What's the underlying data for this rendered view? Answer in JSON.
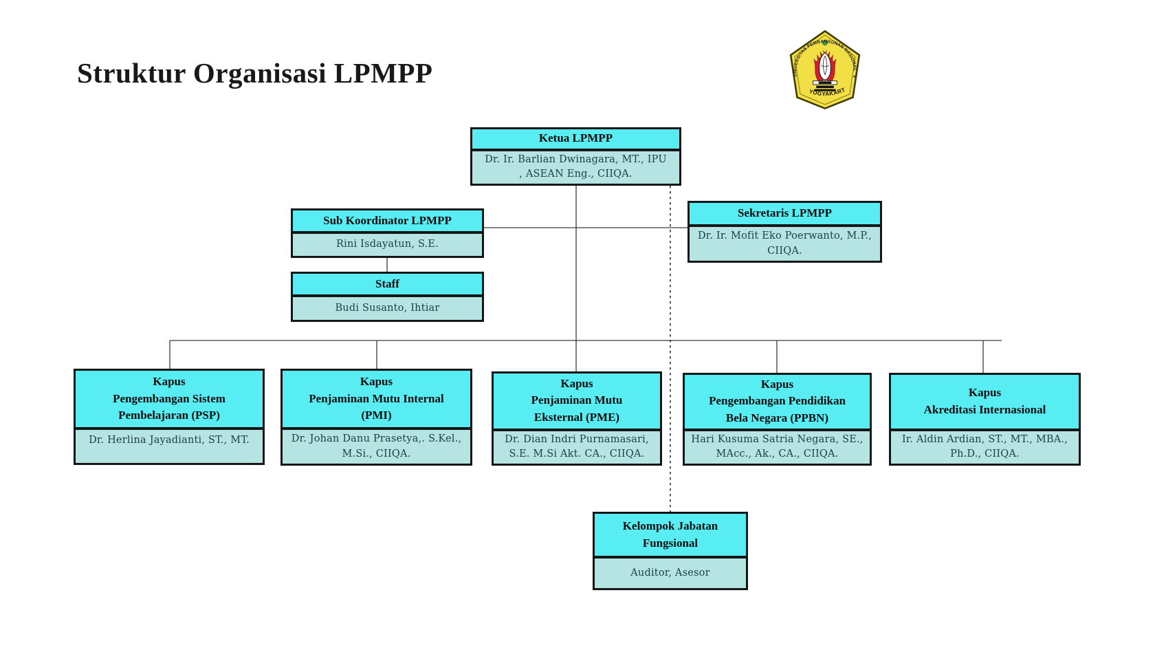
{
  "page": {
    "title": "Struktur Organisasi LPMPP"
  },
  "palette": {
    "header_bg": "#57EDF3",
    "body_bg": "#B5E4E3",
    "box_border": "#161616",
    "connector_line": "#3a3a3a",
    "badge_yellow": "#F2DE45",
    "flame_red": "#D1202A",
    "crest_green": "#3aa54a"
  },
  "logo": {
    "name": "UPN \"Veteran\" Yogyakarta emblem",
    "arc_text": "UNIVERSITAS PEMBANGUNAN NASIONAL \"VETERAN\"",
    "bottom_text": "YOGYAKARTA"
  },
  "nodes": {
    "ketua": {
      "title": "Ketua LPMPP",
      "person": "Dr. Ir. Barlian Dwinagara, MT., IPU\n, ASEAN Eng., CIIQA."
    },
    "sub_koordinator": {
      "title": "Sub Koordinator LPMPP",
      "person": "Rini Isdayatun, S.E."
    },
    "sekretaris": {
      "title": "Sekretaris LPMPP",
      "person": "Dr. Ir. Mofit Eko Poerwanto, M.P.,\nCIIQA."
    },
    "staff": {
      "title": "Staff",
      "person": "Budi Susanto, Ihtiar"
    },
    "kapus_psp": {
      "title": "Kapus\nPengembangan Sistem\nPembelajaran (PSP)",
      "person": "Dr. Herlina Jayadianti, ST., MT."
    },
    "kapus_pmi": {
      "title": "Kapus\nPenjaminan Mutu Internal\n(PMI)",
      "person": "Dr. Johan Danu Prasetya,. S.Kel.,\nM.Si., CIIQA."
    },
    "kapus_pme": {
      "title": "Kapus\nPenjaminan Mutu\nEksternal (PME)",
      "person": "Dr. Dian Indri Purnamasari,\nS.E. M.Si Akt. CA., CIIQA."
    },
    "kapus_ppbn": {
      "title": "Kapus\nPengembangan Pendidikan\nBela Negara (PPBN)",
      "person": "Hari Kusuma Satria Negara, SE.,\nMAcc., Ak., CA., CIIQA."
    },
    "kapus_akreditasi": {
      "title": "Kapus\nAkreditasi Internasional",
      "person": "Ir. Aldin Ardian, ST., MT., MBA.,\nPh.D., CIIQA."
    },
    "kelompok_jabatan": {
      "title": "Kelompok Jabatan\nFungsional",
      "person": "Auditor, Asesor"
    }
  }
}
